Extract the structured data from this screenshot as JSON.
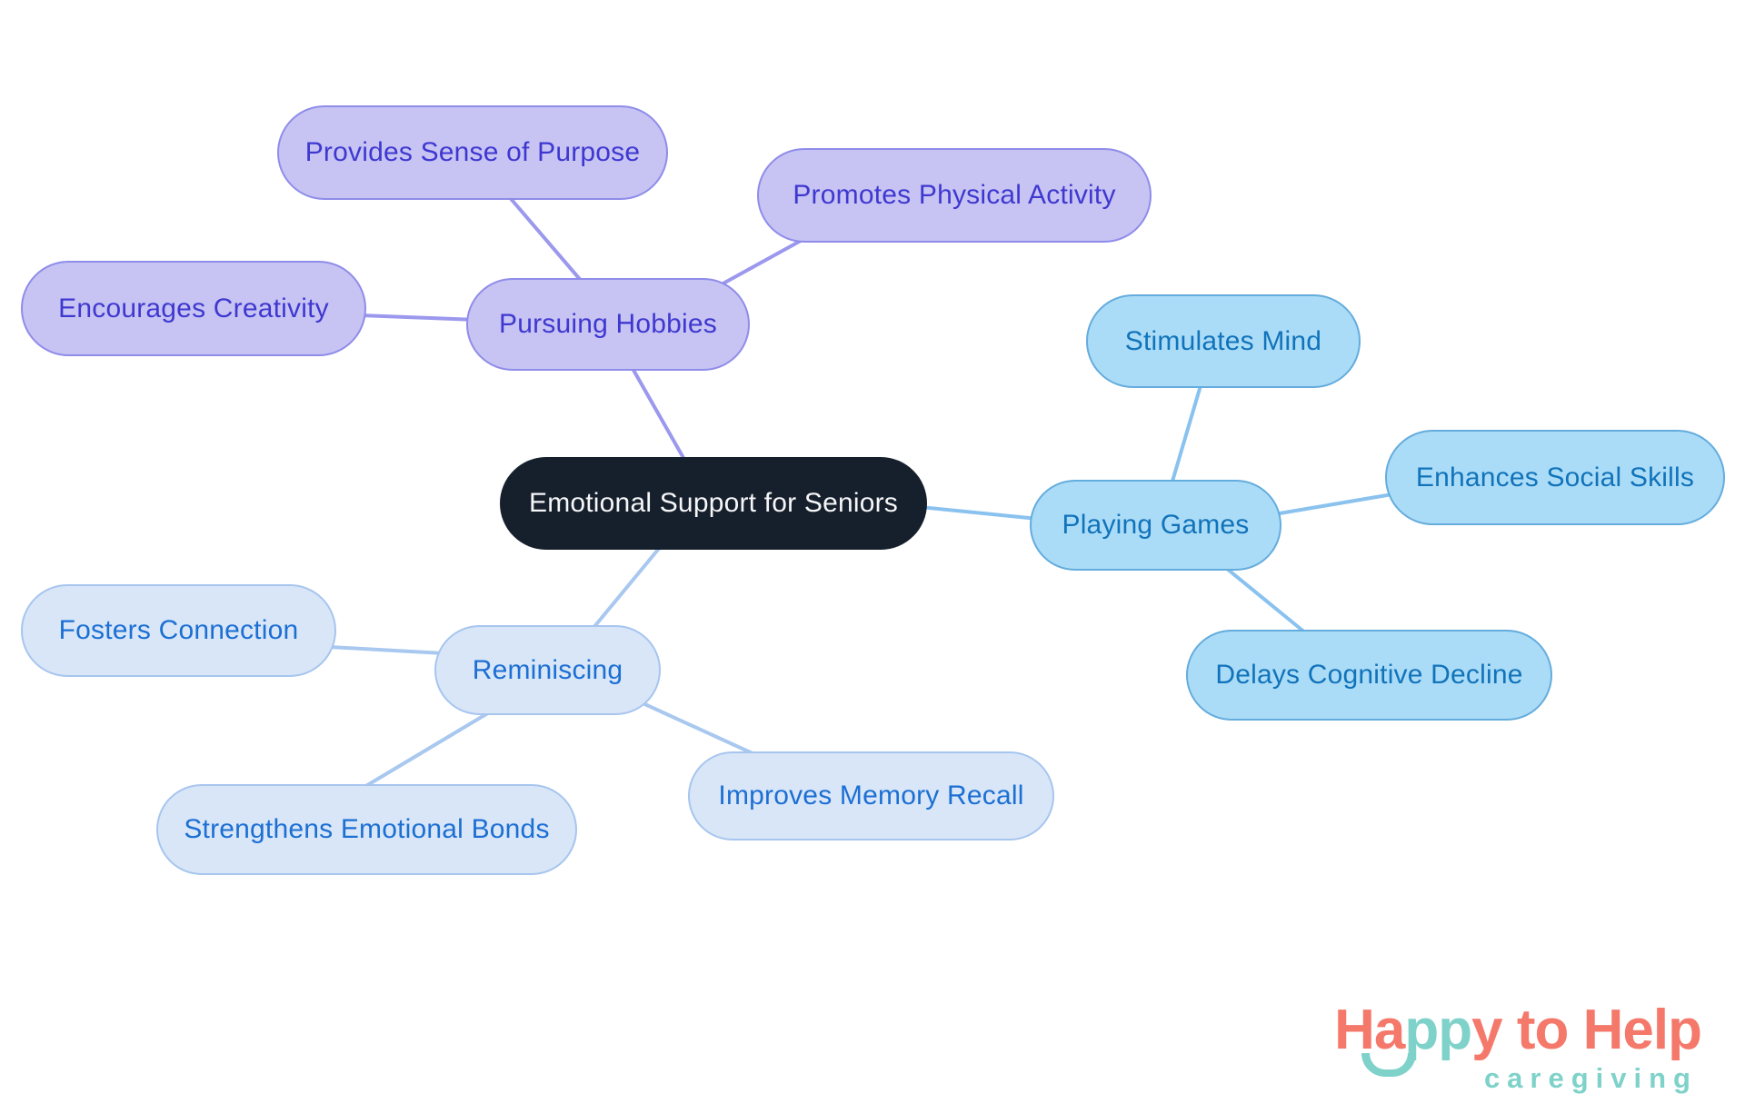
{
  "title": "Emotional Support for Seniors mind map",
  "themes": {
    "dark": {
      "fill": "#161F2C",
      "border": "#161F2C",
      "text": "#F5F6F7",
      "line": "#161F2C"
    },
    "purple": {
      "fill": "#C7C4F3",
      "border": "#8F8CEA",
      "text": "#3F38D0",
      "line": "#9B98EE"
    },
    "blue": {
      "fill": "#ABDCF7",
      "border": "#64ACDD",
      "text": "#1173BA",
      "line": "#8AC2EF"
    },
    "paleblue": {
      "fill": "#D8E6F8",
      "border": "#A7C5EE",
      "text": "#1C6FD3",
      "line": "#A9C8EF"
    }
  },
  "nodes": {
    "root": {
      "label": "Emotional Support for Seniors"
    },
    "pursuing_hobbies": {
      "label": "Pursuing Hobbies"
    },
    "provides_sense_of_purpose": {
      "label": "Provides Sense of Purpose"
    },
    "promotes_physical_activity": {
      "label": "Promotes Physical Activity"
    },
    "encourages_creativity": {
      "label": "Encourages Creativity"
    },
    "playing_games": {
      "label": "Playing Games"
    },
    "stimulates_mind": {
      "label": "Stimulates Mind"
    },
    "enhances_social_skills": {
      "label": "Enhances Social Skills"
    },
    "delays_cognitive_decline": {
      "label": "Delays Cognitive Decline"
    },
    "reminiscing": {
      "label": "Reminiscing"
    },
    "fosters_connection": {
      "label": "Fosters Connection"
    },
    "strengthens_emotional_bonds": {
      "label": "Strengthens Emotional Bonds"
    },
    "improves_memory_recall": {
      "label": "Improves Memory Recall"
    }
  },
  "logo": {
    "word_ha": "Ha",
    "word_pp": "pp",
    "word_y": "y",
    "word_to": " to ",
    "word_help": "Help",
    "tagline": "caregiving",
    "coral": "#F4796B",
    "teal": "#7FD2CA"
  }
}
